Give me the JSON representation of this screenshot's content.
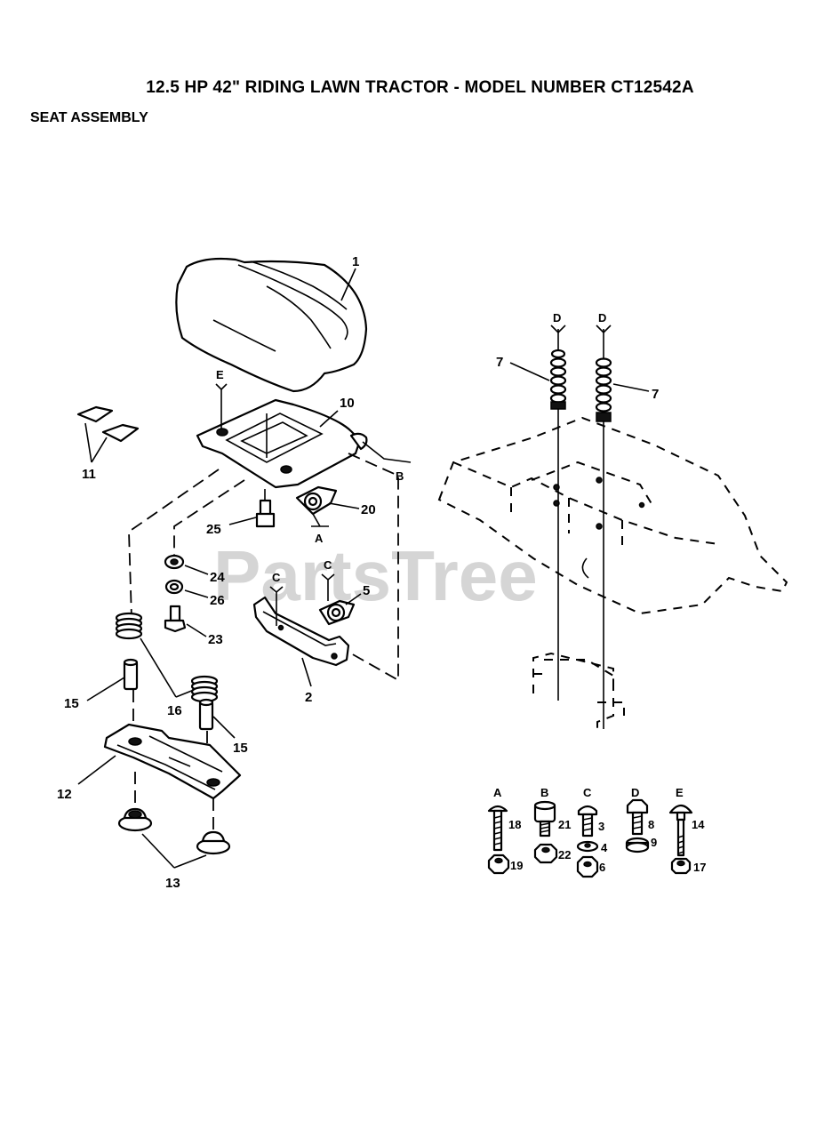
{
  "header": {
    "title": "12.5 HP 42\" RIDING LAWN TRACTOR - MODEL NUMBER CT12542A",
    "subtitle": "SEAT ASSEMBLY"
  },
  "watermark": "PartsTree",
  "callouts": {
    "p1": "1",
    "p2": "2",
    "p3": "3",
    "p4": "4",
    "p5": "5",
    "p6": "6",
    "p7a": "7",
    "p7b": "7",
    "p8": "8",
    "p9": "9",
    "p10": "10",
    "p11": "11",
    "p12": "12",
    "p13": "13",
    "p14": "14",
    "p15a": "15",
    "p15b": "15",
    "p16": "16",
    "p17": "17",
    "p18": "18",
    "p19": "19",
    "p20": "20",
    "p21": "21",
    "p22": "22",
    "p23": "23",
    "p24": "24",
    "p25": "25",
    "p26": "26"
  },
  "refs": {
    "E_top": "E",
    "B_side": "B",
    "A_bracket": "A",
    "C_left": "C",
    "C_right": "C",
    "D_left": "D",
    "D_right": "D"
  },
  "hardware_legend": {
    "A": "A",
    "B": "B",
    "C": "C",
    "D": "D",
    "E": "E"
  }
}
